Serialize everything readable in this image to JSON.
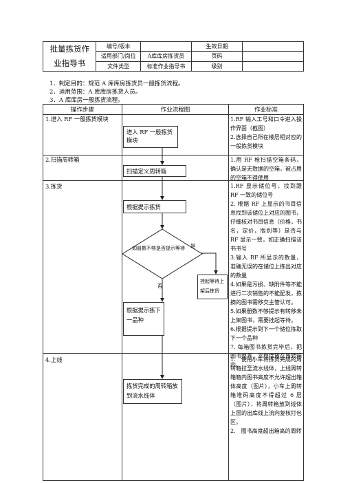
{
  "doc": {
    "title_line1": "批量拣货作",
    "title_line2": "业指导书",
    "meta": {
      "r1": {
        "k1": "编号/版本",
        "v1": "",
        "k2": "生效日期",
        "v2": ""
      },
      "r2": {
        "k1": "适用部门/岗位",
        "v1": "A库库房拣货员",
        "k2": "页码",
        "v2": ""
      },
      "r3": {
        "k1": "文件类型",
        "v1": "标准作业指导书",
        "k2": "级别",
        "v2": ""
      }
    },
    "intro": [
      "1．制定目的：规范 A 库库房拣货员一般拣货流程。",
      "2．适用范围：A 库库房拣货人员。",
      "3．A 库库房一般拣货流程。"
    ]
  },
  "table": {
    "headers": [
      "操作步骤",
      "作业流程图",
      "作业标准"
    ],
    "rows": [
      {
        "step": "1.进入 RF 一般拣货模块",
        "box": "进入 RF 一般拣货模块",
        "std": [
          "1.RF 输入工号和口令进入操作界面（截图）",
          "2.选择自己所在楼层相对应的一般拣货模块"
        ]
      },
      {
        "step": "2.扫描周转箱",
        "box": "扫描定义周转箱",
        "std": [
          "1.用 RF 枪扫描空箱条码，确认是无数据的空箱，被占用的空箱不得使用"
        ]
      },
      {
        "step": "3.拣货",
        "box_a": "根据提示拣货",
        "diamond": "如册数不够是否提示等待",
        "yes": "是",
        "no": "否",
        "box_wait": "挂起等待上架后拣货",
        "box_b": "根据提示拣下一品种",
        "std": [
          "1.RF 显示储位号，找到跟 RF 一致的储位号",
          "2. 根据 RF 上显示的书目信息找到该储位上对应的图书，仔细核对书目信息（价格，书名，定价，版别等）是否与 RF 显示一致，如正确扫描该书书号",
          "3.输入 RF 所显示的数量，准确无误的在储位上拣出对应的数量",
          "4.如果是污损、缺附件等不能进行二次销售的不能配发，拣摘的图书需移交主管认可。",
          "5.如果册数不够提示有转移未上架图书，需要挂起等待。",
          "6.根据提示到下一个储位拣取下一个品种",
          "7. 每箱图书拣货完毕后，把图书整齐、平稳摆放在周转箱内。"
        ]
      },
      {
        "step": "4.上线",
        "box": "拣货完成的周转箱放到流水线体",
        "std": [
          "1.　使用小车将拣货完成的周转箱拉至流水线体，上线周转箱箱内图书高度不允许超出箱体高度（图片），小车上周转箱堆码高度不得超过 6 层（图片），将周转箱放到线体上层的出库线上流向复核打包区。",
          "2.　图书高度超出箱高的周转"
        ]
      }
    ]
  }
}
